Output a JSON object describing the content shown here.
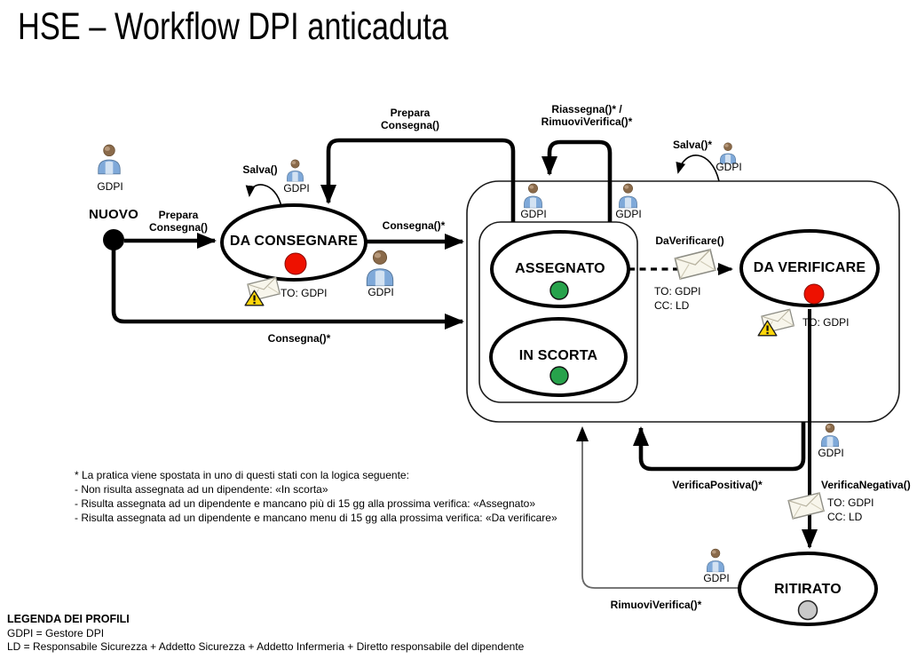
{
  "title": "HSE – Workflow DPI anticaduta",
  "states": {
    "nuovo": {
      "label": "NUOVO",
      "status_color": "#000000"
    },
    "da_consegnare": {
      "label": "DA CONSEGNARE",
      "status_color": "#ee1100"
    },
    "assegnato": {
      "label": "ASSEGNATO",
      "status_color": "#27a24b"
    },
    "in_scorta": {
      "label": "IN SCORTA",
      "status_color": "#27a24b"
    },
    "da_verificare": {
      "label": "DA VERIFICARE",
      "status_color": "#ee1100"
    },
    "ritirato": {
      "label": "RITIRATO",
      "status_color": "#c9c9c9"
    }
  },
  "transitions": {
    "prepara_consegna_line1": "Prepara",
    "prepara_consegna_line2": "Consegna()",
    "salva": "Salva()",
    "salva_star": "Salva()*",
    "riassegna_line1": "Riassegna()* /",
    "riassegna_line2": "RimuoviVerifica()*",
    "consegna_star": "Consegna()*",
    "da_verificare_call": "DaVerificare()",
    "verifica_positiva": "VerificaPositiva()*",
    "verifica_negativa": "VerificaNegativa()",
    "rimuovi_verifica": "RimuoviVerifica()*"
  },
  "actors": {
    "gdpi_label": "GDPI"
  },
  "mail_notes": {
    "to_gdpi": "TO: GDPI",
    "cc_ld": "CC: LD"
  },
  "footnote": {
    "lines": [
      "* La pratica viene spostata in uno di questi stati con la logica seguente:",
      "- Non risulta assegnata ad un dipendente: «In scorta»",
      "- Risulta assegnata ad un dipendente e mancano più di 15 gg alla prossima verifica: «Assegnato»",
      "- Risulta assegnata ad un dipendente e mancano menu di 15 gg alla prossima verifica: «Da verificare»"
    ]
  },
  "legend": {
    "title": "LEGENDA DEI PROFILI",
    "gdpi": "GDPI = Gestore DPI",
    "ld": "LD = Responsabile Sicurezza + Addetto Sicurezza + Addetto Infermeria + Diretto responsabile del dipendente"
  }
}
